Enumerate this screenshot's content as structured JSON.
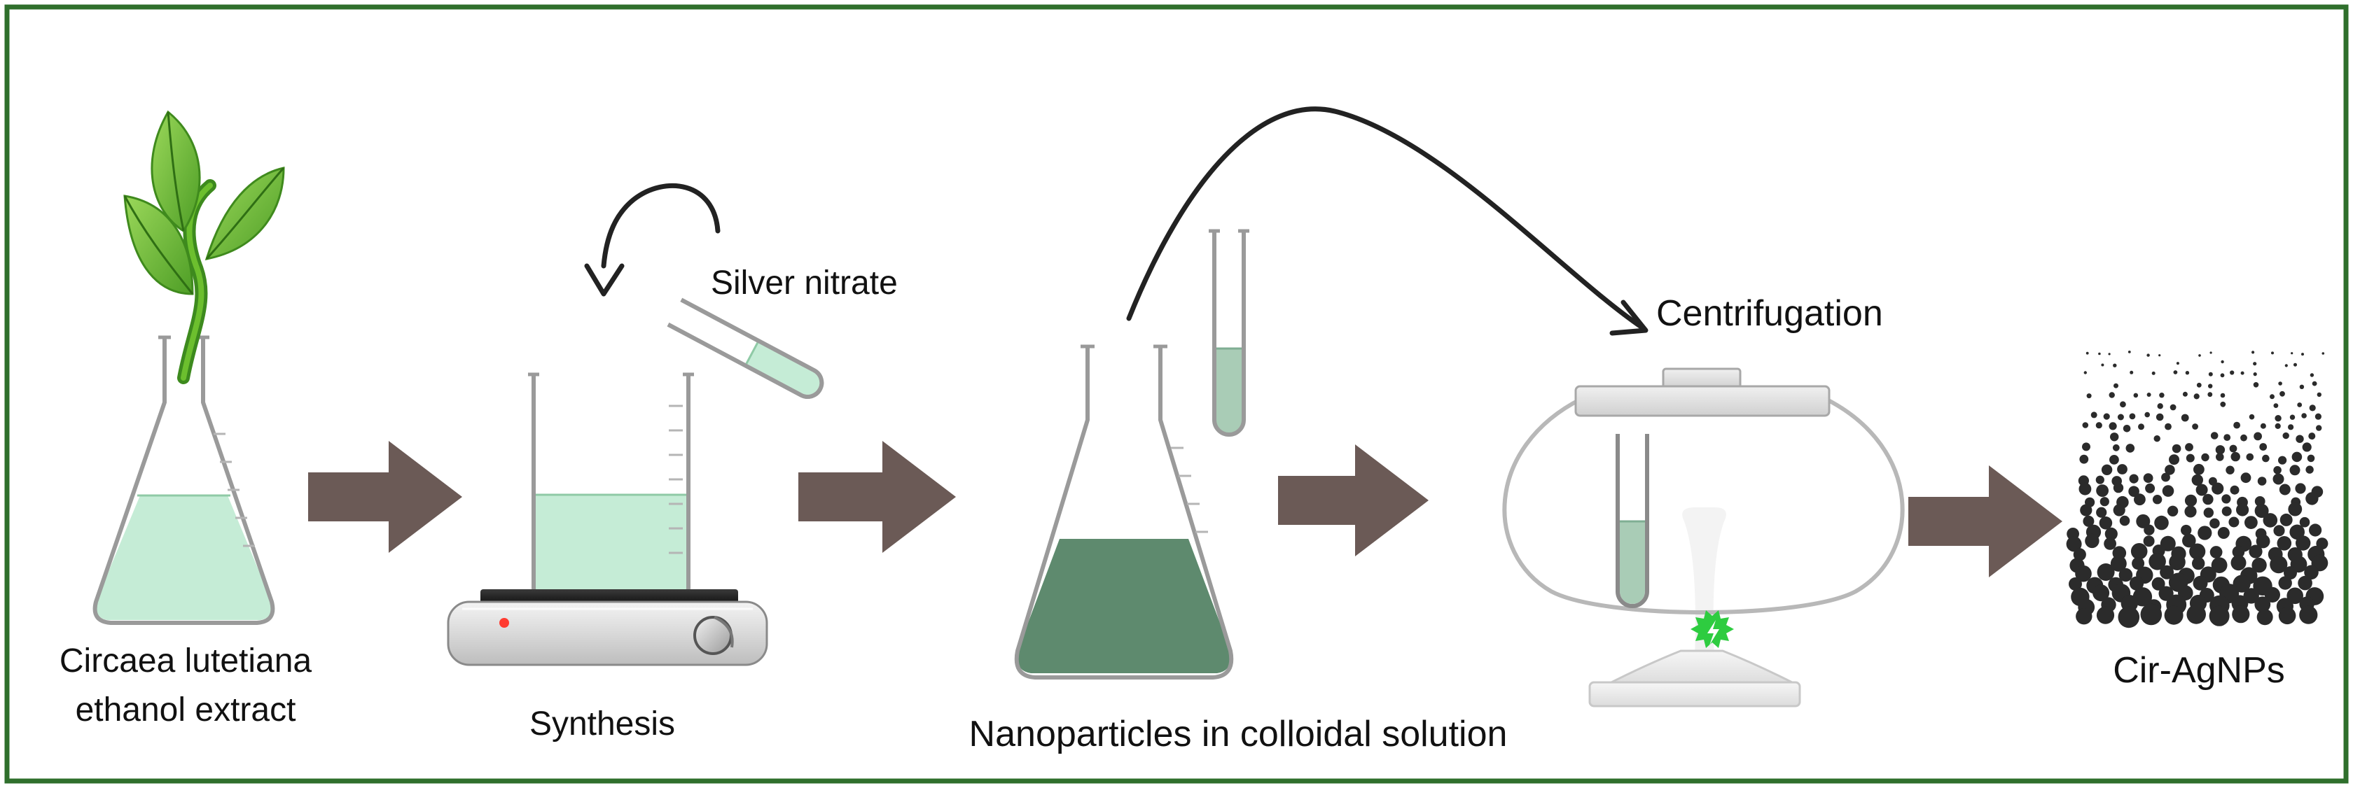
{
  "labels": {
    "extract_line1": "Circaea lutetiana",
    "extract_line2": "ethanol extract",
    "synthesis": "Synthesis",
    "silver_nitrate": "Silver nitrate",
    "nanoparticles": "Nanoparticles in colloidal solution",
    "centrifugation": "Centrifugation",
    "product": "Cir-AgNPs"
  },
  "colors": {
    "frame": "#2f6f2c",
    "flow_arrow": "#6b5a56",
    "light_liquid": "#c5ecd6",
    "dark_liquid": "#5e8a6e",
    "test_tube_liquid": "#a9ccb6",
    "leaf": "#7cc43c",
    "particle": "#2b2b2b",
    "status_dot": "#ff3b30",
    "badge": "#2ecc40"
  },
  "icons": [
    "plant-icon",
    "flask-icon",
    "beaker-icon",
    "hot-plate-icon",
    "test-tube-icon",
    "centrifuge-icon",
    "bolt-badge-icon",
    "particles-icon"
  ]
}
